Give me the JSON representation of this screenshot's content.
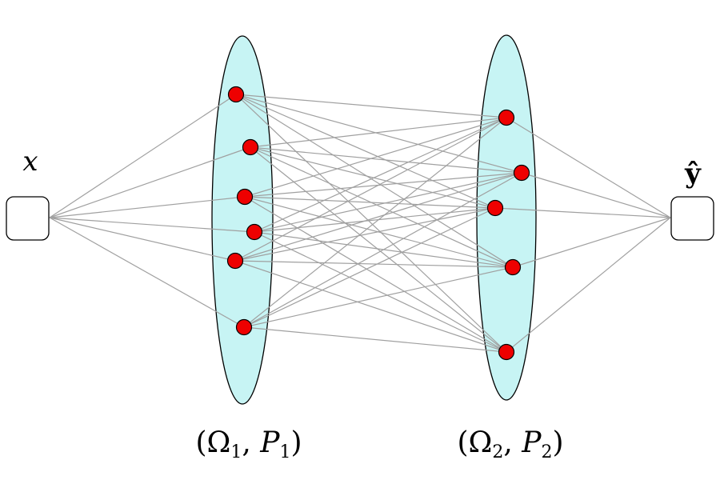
{
  "diagram": {
    "input_label": "x",
    "output_label": "ŷ",
    "layers": [
      {
        "name": "layer-1",
        "label": {
          "open": "(Ω",
          "sub1": "1",
          "mid": ", ",
          "var": "P",
          "sub2": "1",
          "close": ")"
        },
        "node_count": 6
      },
      {
        "name": "layer-2",
        "label": {
          "open": "(Ω",
          "sub1": "2",
          "mid": ", ",
          "var": "P",
          "sub2": "2",
          "close": ")"
        },
        "node_count": 5
      }
    ],
    "connections": "fully-connected",
    "colors": {
      "node_fill": "#ee0000",
      "ellipse_fill": "#c7f4f4",
      "edge": "#a0a0a0",
      "outline": "#000000"
    }
  }
}
